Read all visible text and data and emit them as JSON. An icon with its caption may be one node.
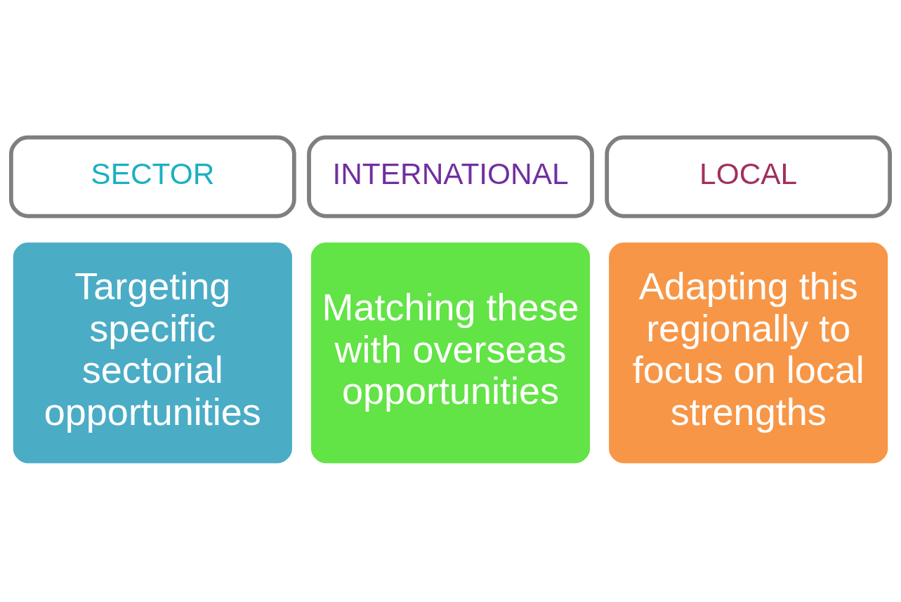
{
  "diagram": {
    "nodes": [
      {
        "text": [
          "SECTOR"
        ]
      },
      {
        "text": [
          "INTERNATIONAL"
        ]
      },
      {
        "text": [
          "LOCAL"
        ]
      },
      {
        "text": [
          "Targeting specific sectorial opportunities"
        ]
      },
      {
        "text": [
          "Matching these with overseas opportunities"
        ]
      },
      {
        "text": [
          "Adapting this regionally to focus on local strengths"
        ]
      }
    ]
  }
}
